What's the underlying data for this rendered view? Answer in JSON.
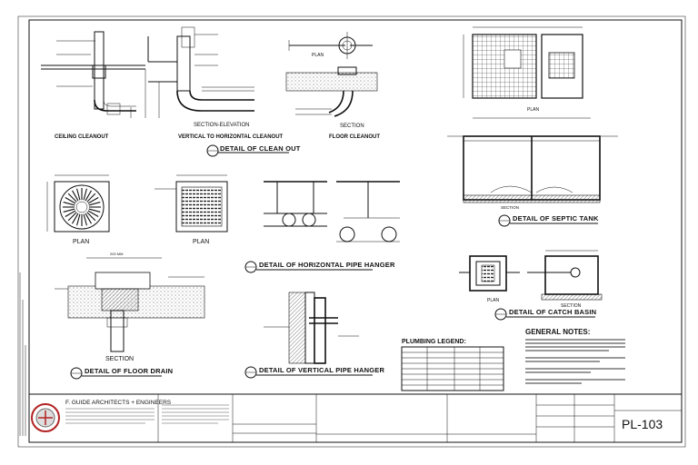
{
  "cleanout": {
    "ceiling_caption": "CEILING CLEANOUT",
    "section_elevation": "SECTION-ELEVATION",
    "vertical_caption": "VERTICAL TO HORIZONTAL CLEANOUT",
    "plan_label": "PLAN",
    "section_label": "SECTION",
    "floor_caption": "FLOOR CLEANOUT",
    "detail_title": "DETAIL OF CLEAN OUT"
  },
  "floor_drain": {
    "plan_label_1": "PLAN",
    "plan_label_2": "PLAN",
    "section_label": "SECTION",
    "detail_title": "DETAIL OF FLOOR DRAIN",
    "dimension": "200 MM"
  },
  "pipe_hanger": {
    "horizontal_title": "DETAIL OF HORIZONTAL PIPE HANGER",
    "vertical_title": "DETAIL OF VERTICAL PIPE HANGER"
  },
  "septic": {
    "plan_label": "PLAN",
    "section_label": "SECTION",
    "detail_title": "DETAIL OF SEPTIC TANK"
  },
  "catch_basin": {
    "plan_label": "PLAN",
    "section_label": "SECTION",
    "detail_title": "DETAIL OF CATCH BASIN"
  },
  "legend": {
    "title": "PLUMBING LEGEND:"
  },
  "notes": {
    "title": "GENERAL NOTES:"
  },
  "title_block": {
    "firm_name": "F. GUIDE ARCHITECTS + ENGINEERS",
    "sheet_number": "PL-103"
  },
  "colors": {
    "line": "#111111",
    "paper": "#ffffff",
    "logo_red": "#b22222"
  }
}
